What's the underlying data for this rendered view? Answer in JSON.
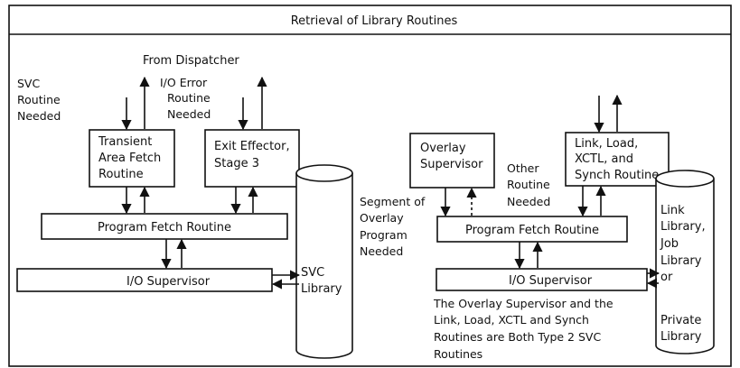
{
  "title": "Retrieval of Library Routines",
  "labels": {
    "from_dispatcher": "From Dispatcher",
    "svc_needed": [
      "SVC",
      "Routine",
      "Needed"
    ],
    "io_error_needed": [
      "I/O Error",
      "Routine",
      "Needed"
    ],
    "segment_needed": [
      "Segment of",
      "Overlay",
      "Program",
      "Needed"
    ],
    "other_needed": [
      "Other",
      "Routine",
      "Needed"
    ]
  },
  "boxes": {
    "transient": [
      "Transient",
      "Area Fetch",
      "Routine"
    ],
    "exit_effector": [
      "Exit Effector,",
      "Stage 3"
    ],
    "program_fetch_left": "Program Fetch Routine",
    "io_supervisor_left": "I/O Supervisor",
    "overlay_supervisor": [
      "Overlay",
      "Supervisor"
    ],
    "link_load": [
      "Link, Load,",
      "XCTL, and",
      "Synch Routine"
    ],
    "program_fetch_right": "Program Fetch Routine",
    "io_supervisor_right": "I/O Supervisor"
  },
  "libraries": {
    "svc": [
      "SVC",
      "Library"
    ],
    "link": [
      "Link",
      "Library,",
      "Job",
      "Library",
      "or",
      "Private",
      "Library"
    ]
  },
  "note": [
    "The Overlay Supervisor and the",
    "Link, Load, XCTL and Synch",
    "Routines are Both Type 2 SVC",
    "Routines"
  ]
}
